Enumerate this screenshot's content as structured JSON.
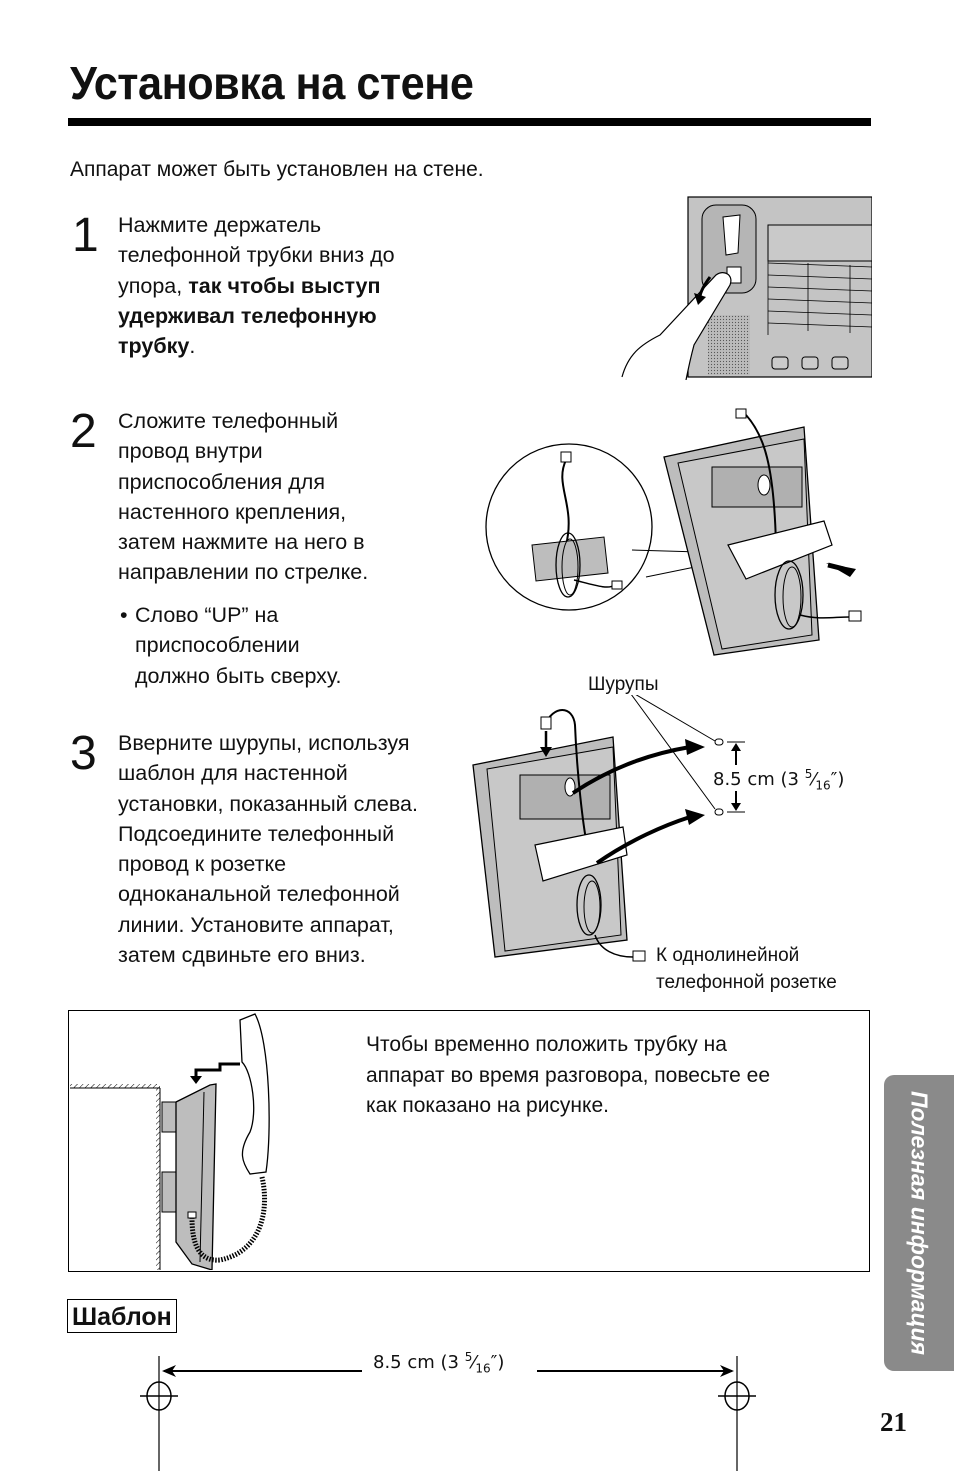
{
  "page": {
    "title": "Установка на стене",
    "intro": "Аппарат может быть установлен на стене.",
    "page_number": "21",
    "side_tab": "Полезная информация"
  },
  "steps": [
    {
      "number": "1",
      "lines": [
        "Нажмите держатель",
        "телефонной трубки вниз до"
      ],
      "line3_normal": "упора, ",
      "line3_bold": "так чтобы выступ",
      "line4_bold": "удерживал телефонную",
      "line5_bold": "трубку",
      "line5_tail": "."
    },
    {
      "number": "2",
      "lines": [
        "Сложите телефонный",
        "провод внутри",
        "приспособления для",
        "настенного крепления,",
        "затем нажмите на него в",
        "направлении по стрелке."
      ],
      "bullet": [
        "Слово “UP” на",
        "приспособлении",
        "должно быть сверху."
      ]
    },
    {
      "number": "3",
      "lines": [
        "Вверните шурупы, используя",
        "шаблон для настенной",
        "установки, показанный слева.",
        "Подсоедините телефонный",
        "провод к розетке",
        "одноканальной телефонной",
        "линии. Установите аппарат,",
        "затем сдвиньте его вниз."
      ]
    }
  ],
  "figures": {
    "screws_label": "Шурупы",
    "distance": "8.5 cm (3 ",
    "fraction_num": "5",
    "fraction_den": "16",
    "fraction_tail": "″)",
    "jack_label_1": "К однолинейной",
    "jack_label_2": "телефонной розетке"
  },
  "tip": {
    "lines": [
      "Чтобы временно положить трубку на",
      "аппарат во время разговора, повесьте ее",
      "как показано на рисунке."
    ]
  },
  "template": {
    "label": "Шаблон",
    "distance": "8.5 cm (3 ",
    "fraction_num": "5",
    "fraction_den": "16",
    "fraction_tail": "″)"
  },
  "colors": {
    "device_gray": "#bdbdbd",
    "tab_gray": "#8a8a8a"
  }
}
